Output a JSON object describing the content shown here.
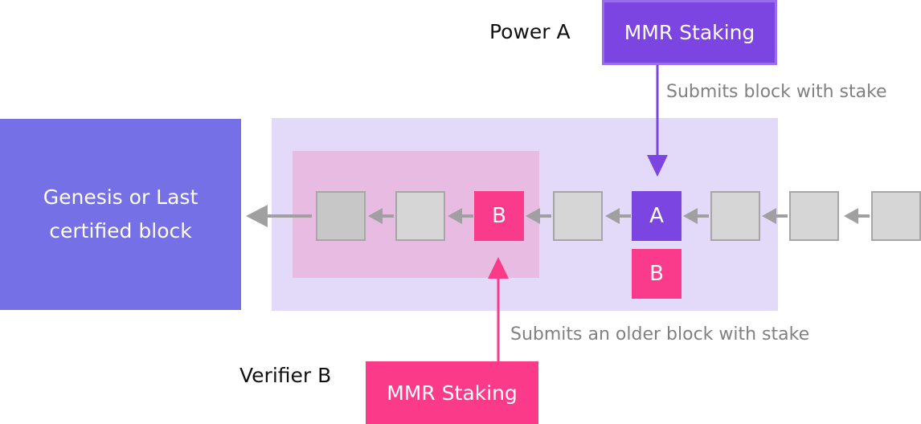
{
  "genesis": {
    "label": "Genesis or Last certified block"
  },
  "chain_blocks": [
    {
      "label": ""
    },
    {
      "label": ""
    },
    {
      "label": "B"
    },
    {
      "label": ""
    },
    {
      "label": "A"
    },
    {
      "label": ""
    },
    {
      "label": ""
    },
    {
      "label": ""
    }
  ],
  "extra_block": {
    "label": "B"
  },
  "power_a": {
    "label": "Power A",
    "staking_label": "MMR Staking",
    "action": "Submits block with stake"
  },
  "verifier_b": {
    "label": "Verifier B",
    "staking_label": "MMR Staking",
    "action": "Submits an older block with stake"
  },
  "colors": {
    "genesis": "#7570e6",
    "purple": "#7a45e0",
    "pink": "#fa3a8a",
    "region_outer": "#e3dafa",
    "region_inner": "#e8bbe3",
    "arrow_grey": "#a0a0a0"
  }
}
